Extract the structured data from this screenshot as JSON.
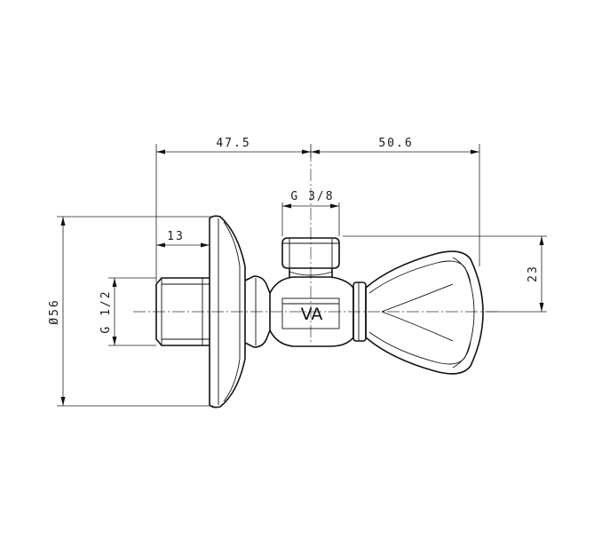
{
  "drawing": {
    "badge_label": "VA",
    "colors": {
      "line": "#111111",
      "background": "#ffffff"
    }
  },
  "dimensions": {
    "inlet_to_center": "47.5",
    "center_to_handle": "50.6",
    "outlet_thread": "G 3/8",
    "inlet_thread_length": "13",
    "inlet_thread": "G 1/2",
    "rosette_diameter": "Ø56",
    "outlet_height": "23"
  }
}
